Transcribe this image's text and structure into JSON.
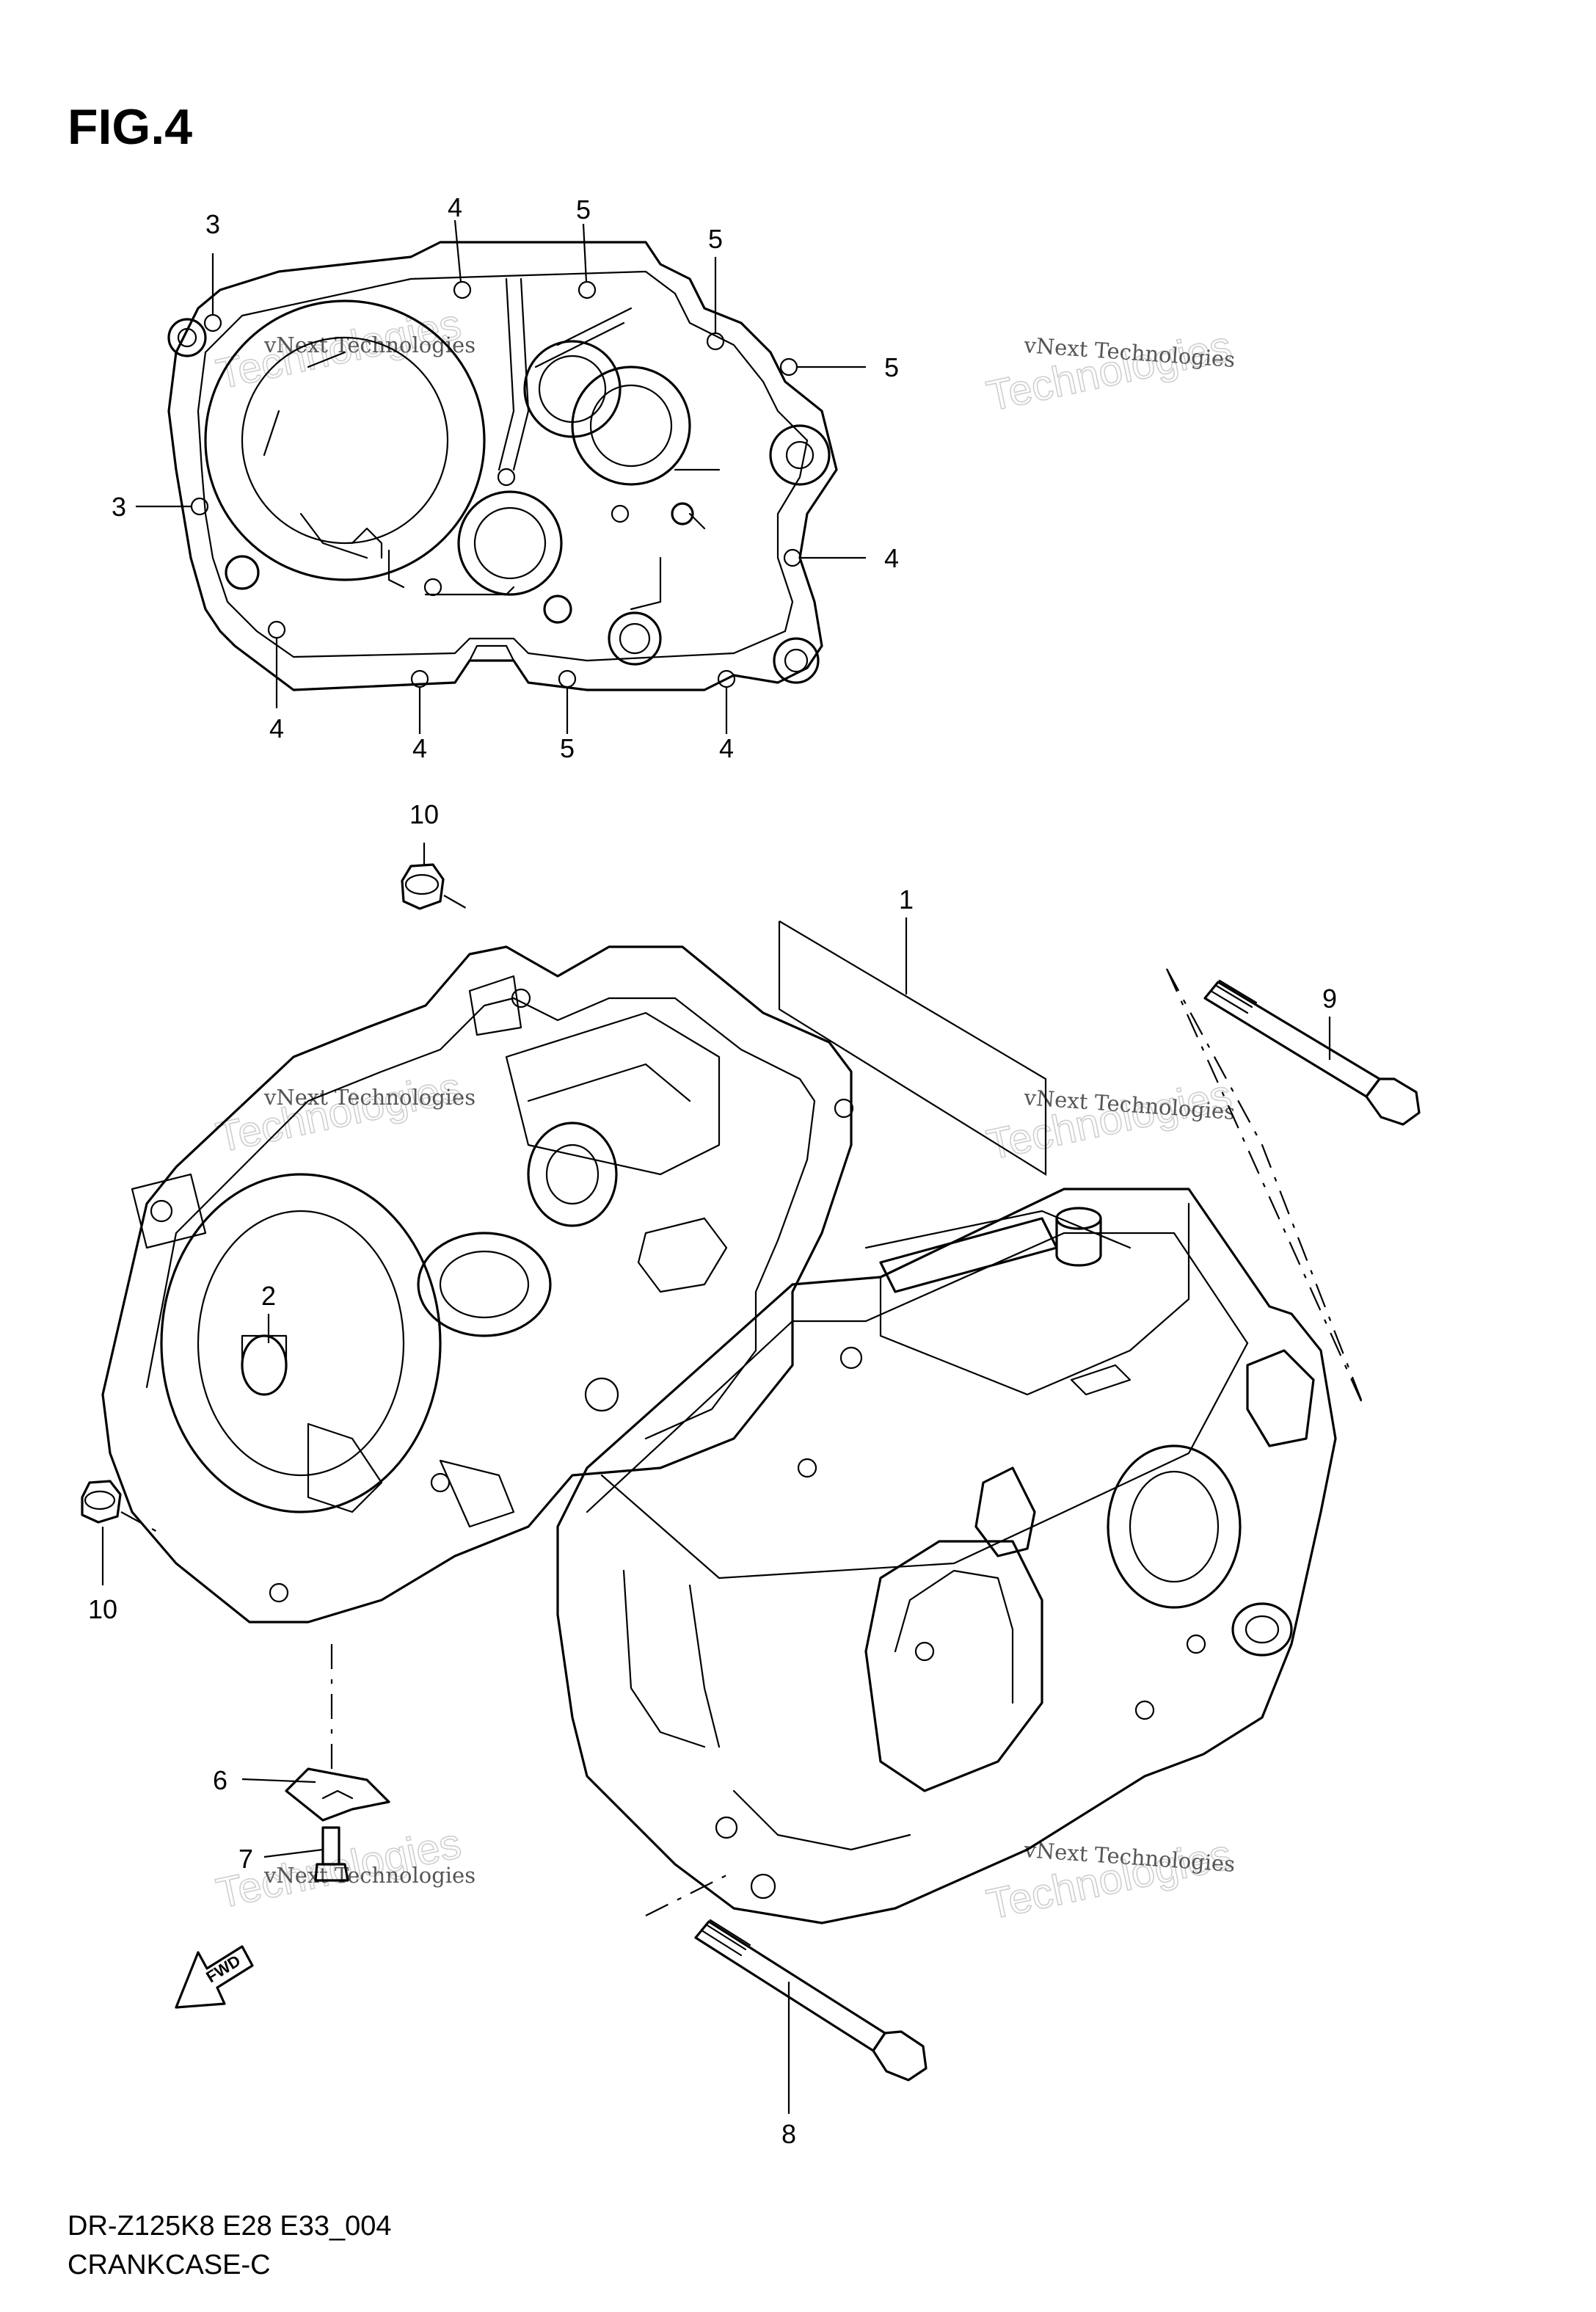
{
  "figure": {
    "title": "FIG.4"
  },
  "footer": {
    "code": "DR-Z125K8 E28 E33_004",
    "name": "CRANKCASE-C"
  },
  "watermark": {
    "small": "vNext Technologies",
    "big": "Technologies",
    "tiny": "vNext"
  },
  "callouts": {
    "top_3a": "3",
    "top_4a": "4",
    "top_5a": "5",
    "top_5b": "5",
    "right_5": "5",
    "left_3": "3",
    "right_4": "4",
    "bot_4a": "4",
    "bot_4b": "4",
    "bot_5": "5",
    "bot_4c": "4",
    "p10a": "10",
    "p1": "1",
    "p9": "9",
    "p2": "2",
    "p10b": "10",
    "p6": "6",
    "p7": "7",
    "p8": "8"
  },
  "fwd_arrow": {
    "text": "FWD"
  },
  "icons": [
    "fwd-arrow-icon"
  ]
}
